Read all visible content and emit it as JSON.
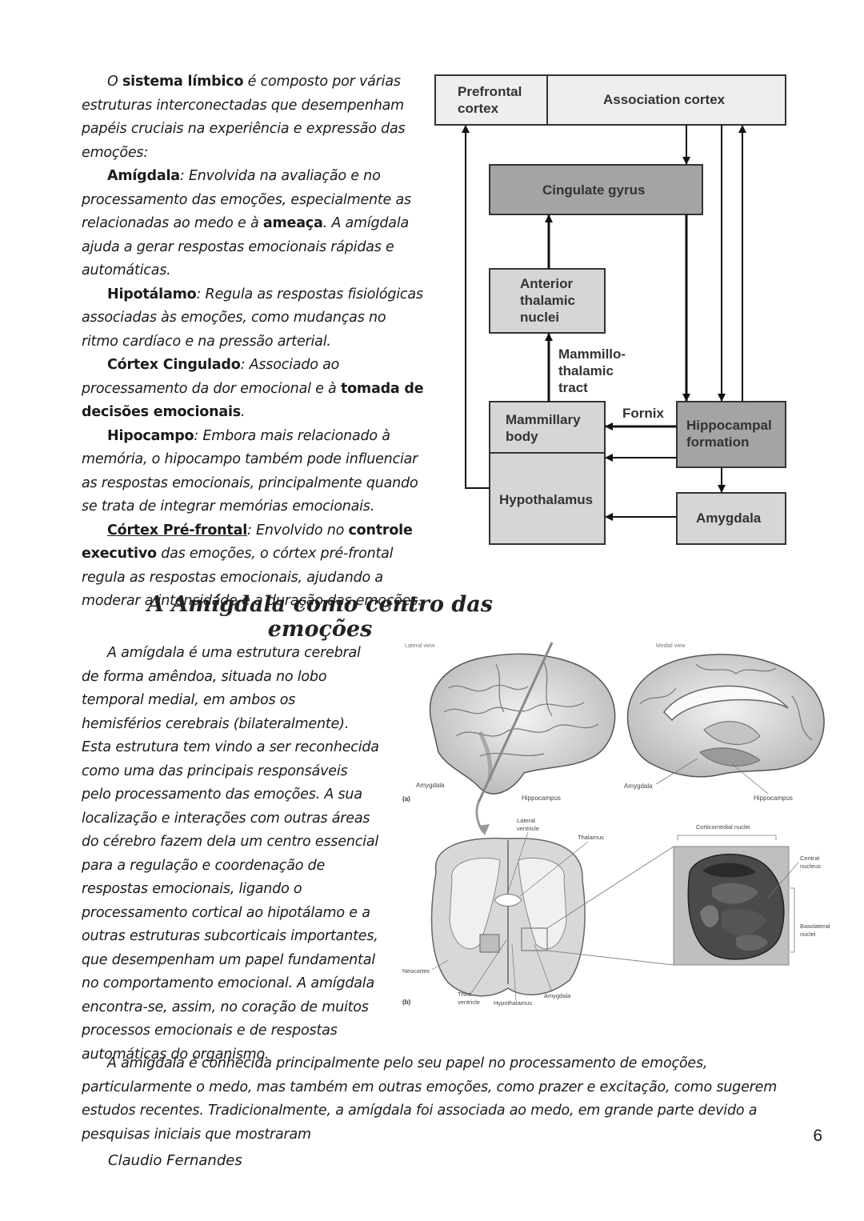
{
  "limbic": {
    "intro_pre": "O ",
    "intro_bold": "sistema límbico",
    "intro_post": " é composto por várias estruturas interconectadas que desempenham papéis cruciais na experiência e expressão das emoções:",
    "amigdala_title": "Amígdala",
    "amigdala_a": ": Envolvida na avaliação e no processamento das emoções, especialmente as relacionadas ao medo e à ",
    "amigdala_bold": "ameaça",
    "amigdala_b": ". A amígdala ajuda a gerar respostas emocionais rápidas e automáticas.",
    "hipotalamo_title": "Hipotálamo",
    "hipotalamo_text": ": Regula as respostas fisiológicas associadas às emoções, como mudanças no ritmo cardíaco e na pressão arterial.",
    "cortex_cingulado_title": "Córtex Cingulado",
    "cortex_cingulado_a": ": Associado ao processamento da dor emocional e à ",
    "cortex_cingulado_bold": "tomada de decisões emocionais",
    "cortex_cingulado_b": ".",
    "hipocampo_title": "Hipocampo",
    "hipocampo_text": ": Embora mais relacionado à memória, o hipocampo também pode influenciar as respostas emocionais, principalmente quando se trata de integrar memórias emocionais.",
    "cortex_prefrontal_title": "Córtex Pré-frontal",
    "cortex_prefrontal_a": ": Envolvido no ",
    "cortex_prefrontal_bold1": "controle",
    "cortex_prefrontal_space": " ",
    "cortex_prefrontal_bold2": "executivo",
    "cortex_prefrontal_b": " das emoções, o córtex pré-frontal regula as respostas emocionais, ajudando a moderar a intensidade e a duração das emoções."
  },
  "diagram": {
    "prefrontal": [
      "Prefrontal",
      "cortex"
    ],
    "association": "Association cortex",
    "cingulate": "Cingulate gyrus",
    "anterior": [
      "Anterior",
      "thalamic",
      "nuclei"
    ],
    "mammillothalamic": [
      "Mammillo-",
      "thalamic",
      "tract"
    ],
    "mammillary": [
      "Mammillary",
      "body"
    ],
    "fornix": "Fornix",
    "hippocampal": [
      "Hippocampal",
      "formation"
    ],
    "hypothalamus": "Hypothalamus",
    "amygdala": "Amygdala"
  },
  "section_title": "A Amígdala como centro das emoções",
  "amygdala_paragraph": "A amígdala é uma estrutura cerebral de forma amêndoa, situada no lobo temporal medial, em ambos os hemisférios cerebrais (bilateralmente). Esta estrutura tem vindo a ser reconhecida como uma das principais responsáveis pelo processamento das emoções. A sua localização e interações com outras áreas do cérebro fazem dela um centro essencial para a regulação e coordenação de respostas emocionais, ligando o processamento cortical ao hipotálamo e a outras estruturas subcorticais importantes, que desempenham um papel fundamental no comportamento emocional. A amígdala encontra-se, assim, no coração de muitos processos emocionais e de respostas automáticas do organismo.",
  "brain_figure": {
    "lateral_view": "Lateral view",
    "medial_view": "Medial view",
    "label_a": "(a)",
    "label_b": "(b)",
    "amygdala_a1": "Amygdala",
    "hippocampus_a1": "Hippocampus",
    "amygdala_a2": "Amygdala",
    "hippocampus_a2": "Hippocampus",
    "lateral_ventricle": [
      "Lateral",
      "ventricle"
    ],
    "thalamus": "Thalamus",
    "corticomedial": "Corticomedial nuclei",
    "central_nucleus": [
      "Central",
      "nucleus"
    ],
    "basolateral": [
      "Basolateral",
      "nuclei"
    ],
    "neocortex": "Neocortex",
    "third_ventricle": [
      "Third",
      "ventricle"
    ],
    "hypothalamus": "Hypothalamus",
    "amygdala_b": "Amygdala"
  },
  "bottom_paragraph": "A amígdala é conhecida principalmente pelo seu papel no processamento de emoções, particularmente o medo, mas também em outras emoções, como prazer e excitação, como sugerem estudos recentes. Tradicionalmente, a amígdala foi associada ao medo, em grande parte devido a pesquisas iniciais que mostraram",
  "page_number": "6",
  "author": "Claudio Fernandes"
}
